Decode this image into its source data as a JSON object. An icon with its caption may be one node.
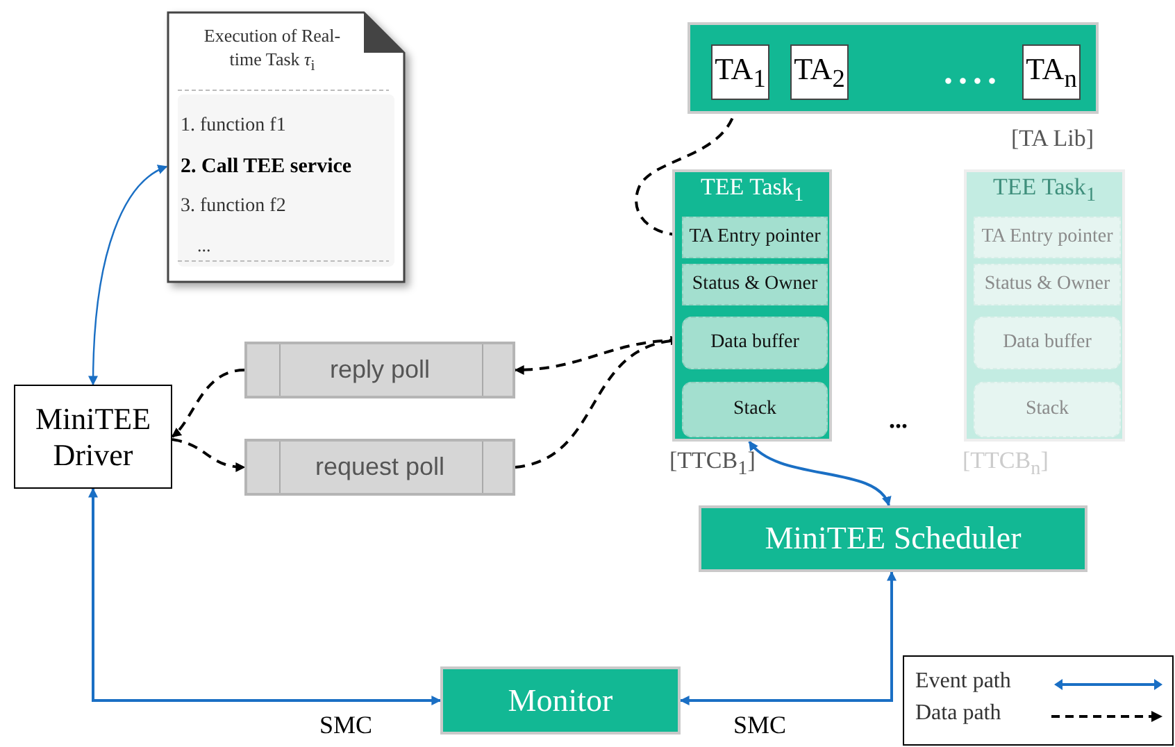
{
  "diagram": {
    "nodes": [
      {
        "text": [
          "Execution of Real-time Task *τ*$_{i}$",
          "..."
        ]
      },
      {
        "text": [
          "1. function f1"
        ],
        "in": 0
      },
      {
        "text": [
          "2. Call TEE service"
        ],
        "in": 0
      },
      {
        "text": [
          "3. function f2"
        ],
        "in": 0
      },
      {
        "text": [
          "MiniTEE Driver"
        ]
      },
      {
        "text": [
          "reply poll"
        ]
      },
      {
        "text": [
          "request poll"
        ]
      },
      {
        "text": [
          "...."
        ],
        "beside": [
          "[TA Lib]"
        ]
      },
      {
        "text": [
          "TA$_{1}$"
        ],
        "in": 7
      },
      {
        "text": [
          "TA$_{2}$"
        ],
        "in": 7
      },
      {
        "text": [
          "TA$_{n}$"
        ],
        "in": 7
      },
      {
        "text": [
          "TEE Task$_{1}$"
        ],
        "beside": [
          "[TTCB$_{1}$]"
        ]
      },
      {
        "text": [
          "TA Entry pointer"
        ],
        "in": 11
      },
      {
        "text": [
          "Status & Owner"
        ],
        "in": 11
      },
      {
        "text": [
          "Data buffer"
        ],
        "in": 11
      },
      {
        "text": [
          "Stack"
        ],
        "in": 11
      },
      {
        "text": [
          "TEE Task$_{1}$"
        ],
        "beside": [
          "[TTCB$_{n}$]"
        ]
      },
      {
        "text": [
          "TA Entry pointer"
        ],
        "in": 16
      },
      {
        "text": [
          "Status & Owner"
        ],
        "in": 16
      },
      {
        "text": [
          "Data buffer"
        ],
        "in": 16
      },
      {
        "text": [
          "Stack"
        ],
        "in": 16
      },
      {
        "text": [
          "MiniTEE Scheduler"
        ]
      },
      {
        "text": [
          "Monitor"
        ]
      }
    ],
    "edges": [
      {
        "from": 4,
        "to": 2,
        "arrow": "both",
        "color": "#1a6fc4"
      },
      {
        "from": 12,
        "to": 8,
        "arrow": "to",
        "style": "dashed"
      },
      {
        "from": 4,
        "to": 6,
        "arrow": "to",
        "style": "dashed"
      },
      {
        "from": 5,
        "to": 4,
        "arrow": "to",
        "style": "dashed"
      },
      {
        "from": 14,
        "to": 5,
        "arrow": "to",
        "style": "dashed"
      },
      {
        "from": 6,
        "to": 14,
        "arrow": "to",
        "style": "dashed"
      },
      {
        "from": 11,
        "to": 21,
        "arrow": "both",
        "color": "#1a6fc4"
      },
      {
        "from": 4,
        "to": 22,
        "arrow": "both",
        "label": "SMC",
        "color": "#1a6fc4"
      },
      {
        "from": 22,
        "to": 21,
        "arrow": "both",
        "label": "SMC",
        "color": "#1a6fc4"
      }
    ],
    "labels": [
      "..."
    ],
    "legend": [
      {
        "text": "Event path"
      },
      {
        "text": "Data path"
      }
    ]
  }
}
